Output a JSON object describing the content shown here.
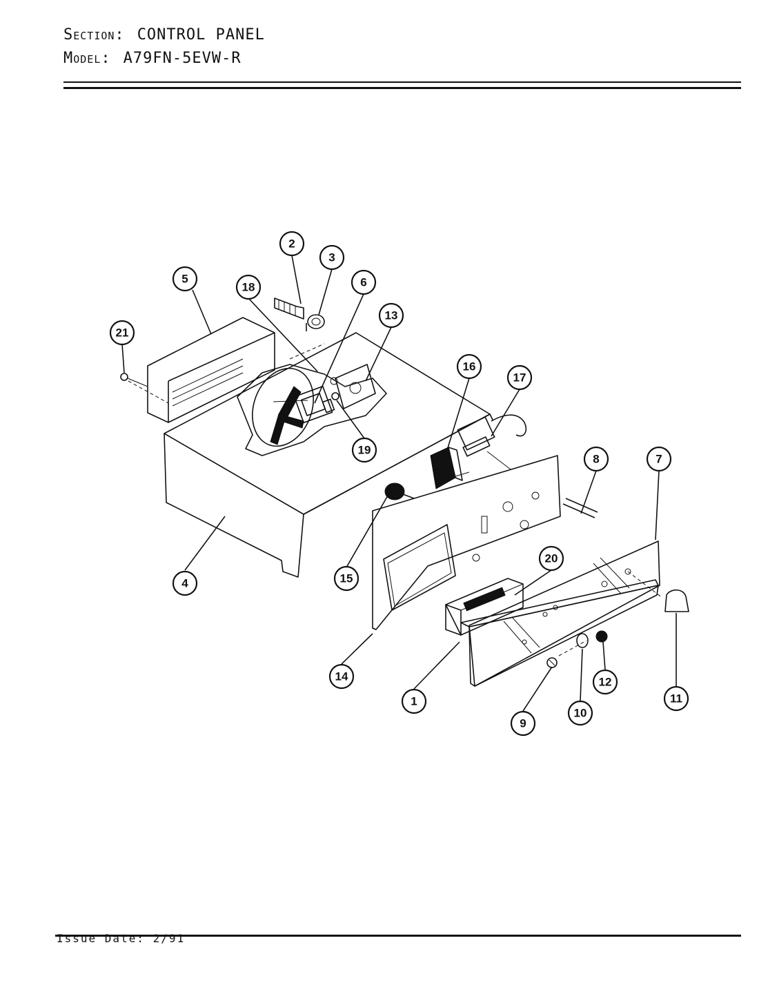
{
  "header": {
    "section_label": "Section:",
    "section_value": "CONTROL PANEL",
    "model_label": "Model:",
    "model_value": "A79FN-5EVW-R"
  },
  "footer": {
    "issue_label": "Issue Date:",
    "issue_value": "2/91"
  },
  "callouts": [
    "1",
    "2",
    "3",
    "4",
    "5",
    "6",
    "7",
    "8",
    "9",
    "10",
    "11",
    "12",
    "13",
    "14",
    "15",
    "16",
    "17",
    "18",
    "19",
    "20",
    "21"
  ]
}
